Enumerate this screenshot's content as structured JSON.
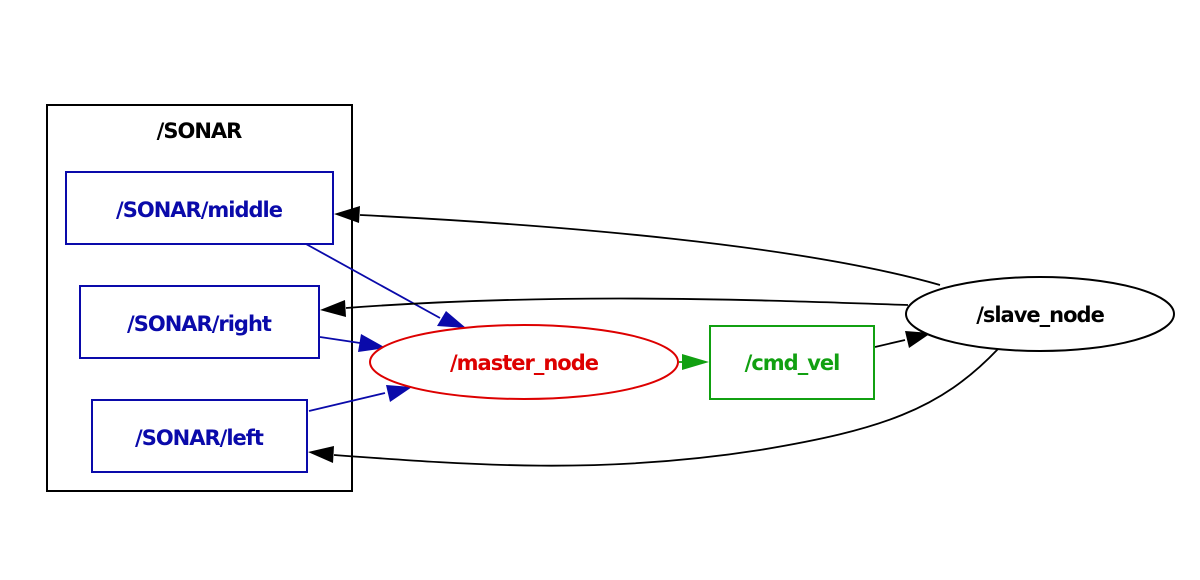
{
  "colors": {
    "background": "#ffffff",
    "cluster": "#000000",
    "topic_sonar": "#0a0aaa",
    "master_node": "#dd0000",
    "cmd_vel": "#11a011",
    "slave_node": "#000000"
  },
  "cluster": {
    "label": "/SONAR"
  },
  "nodes": [
    {
      "id": "sonar-middle",
      "label": "/SONAR/middle",
      "shape": "box",
      "kind": "topic"
    },
    {
      "id": "sonar-right",
      "label": "/SONAR/right",
      "shape": "box",
      "kind": "topic"
    },
    {
      "id": "sonar-left",
      "label": "/SONAR/left",
      "shape": "box",
      "kind": "topic"
    },
    {
      "id": "master-node",
      "label": "/master_node",
      "shape": "ellipse",
      "kind": "node"
    },
    {
      "id": "cmd-vel",
      "label": "/cmd_vel",
      "shape": "box",
      "kind": "topic"
    },
    {
      "id": "slave-node",
      "label": "/slave_node",
      "shape": "ellipse",
      "kind": "node"
    }
  ],
  "edges": [
    {
      "from": "/SONAR/middle",
      "to": "/master_node"
    },
    {
      "from": "/SONAR/right",
      "to": "/master_node"
    },
    {
      "from": "/SONAR/left",
      "to": "/master_node"
    },
    {
      "from": "/master_node",
      "to": "/cmd_vel"
    },
    {
      "from": "/cmd_vel",
      "to": "/slave_node"
    },
    {
      "from": "/slave_node",
      "to": "/SONAR/middle"
    },
    {
      "from": "/slave_node",
      "to": "/SONAR/right"
    },
    {
      "from": "/slave_node",
      "to": "/SONAR/left"
    }
  ]
}
